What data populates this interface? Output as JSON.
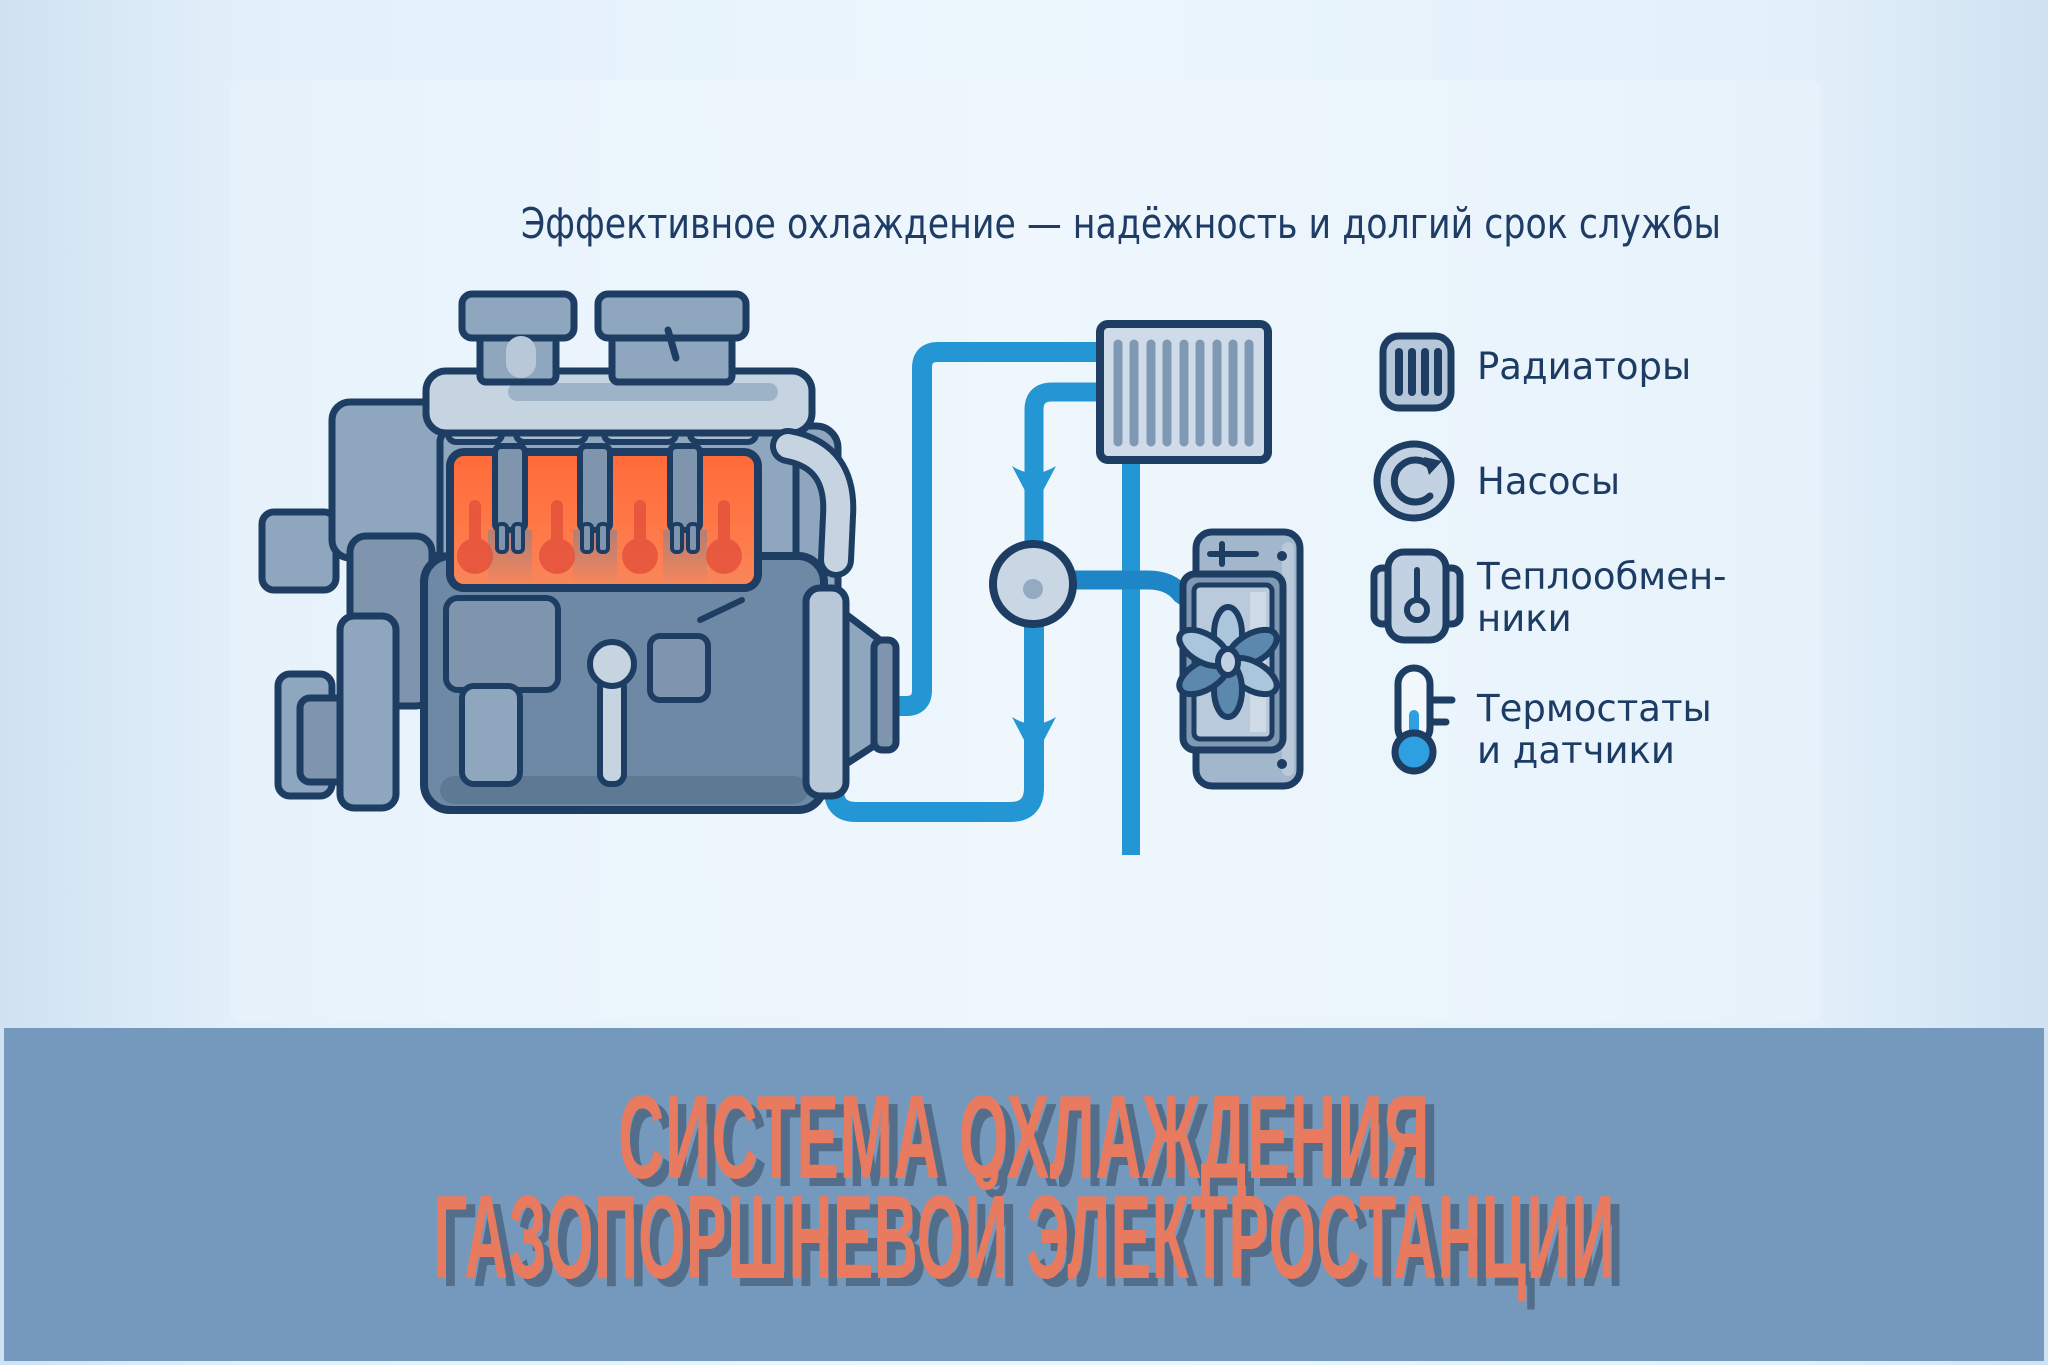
{
  "header": {
    "title": "Эффективное охлаждение — надёжность и долгий срок службы"
  },
  "legend": {
    "items": [
      {
        "id": "radiators",
        "icon": "radiator-icon",
        "line1": "Радиаторы",
        "line2": ""
      },
      {
        "id": "pumps",
        "icon": "pump-rotation-icon",
        "line1": "Насосы",
        "line2": ""
      },
      {
        "id": "heat-exchangers",
        "icon": "heat-exchanger-icon",
        "line1": "Теплообмен-",
        "line2": "ники"
      },
      {
        "id": "thermostats",
        "icon": "thermometer-icon",
        "line1": "Термостаты",
        "line2": "и датчики"
      }
    ]
  },
  "footer": {
    "line1": "СИСТЕМА ОХЛАЖДЕНИЯ",
    "line2": "ГАЗОПОРШНЕВОЙ ЭЛЕКТРОСТАНЦИИ"
  },
  "colors": {
    "background": "#e7f3fc",
    "banner": "#7499bc",
    "outline_navy": "#1d3d63",
    "title_text": "#1e3c66",
    "legend_text": "#1c3c64",
    "pipe_blue": "#2596d4",
    "pipe_blue_dark": "#1e86c6",
    "hot_orange": "#ff6f3e",
    "thermometer_red": "#e4513b",
    "footer_text": "#e87a60",
    "footer_shadow": "#526e8b"
  }
}
